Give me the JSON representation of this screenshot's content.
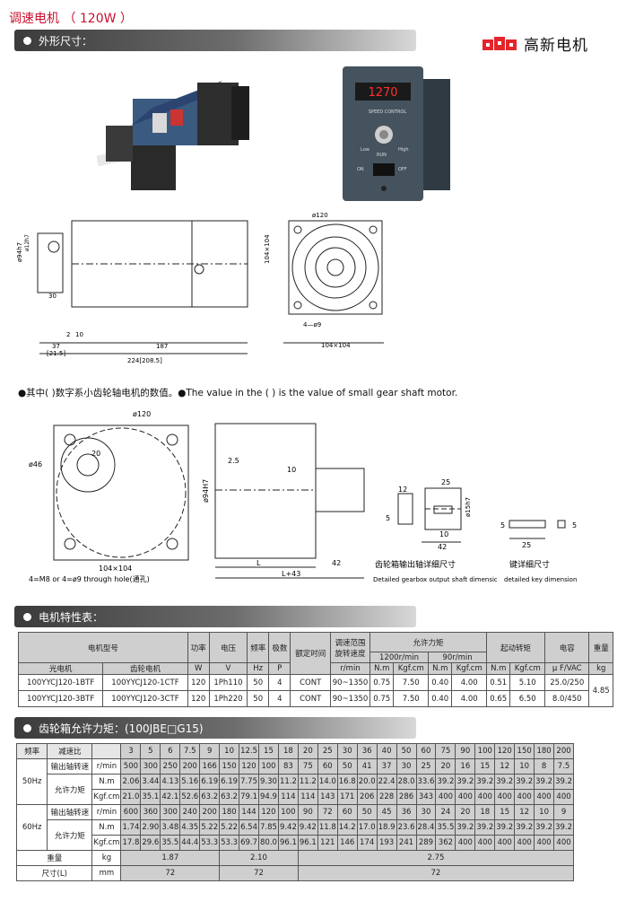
{
  "title": "调速电机 （ 120W ）",
  "brand": {
    "name": "高新电机",
    "logo_color": "#e3262b"
  },
  "sections": {
    "dimensions": "外形尺寸：",
    "characteristics": "电机特性表：",
    "torque": "齿轮箱允许力矩：(100JBE□G15)"
  },
  "controller": {
    "display": "1270",
    "brand_text": "SPEED CONTROL",
    "labels": {
      "run": "RUN",
      "low": "Low",
      "high": "High",
      "on": "ON",
      "off": "OFF"
    }
  },
  "drawing1": {
    "dims": {
      "d120": "ø120",
      "d94": "ø94h7",
      "d12": "ø12h7",
      "l30": "30",
      "l2": "2",
      "l10": "10",
      "l37": "37",
      "l187": "187",
      "l21": "[21.5]",
      "l224": "224[208.5]",
      "sq": "104×104",
      "side": "104×104",
      "holes": "4—ø9"
    }
  },
  "note": "●其中(  )数字系小齿轮轴电机的数值。●The value in the (  ) is the value of small gear shaft motor.",
  "drawing2": {
    "dims": {
      "d120": "ø120",
      "d46": "ø46",
      "l20": "20",
      "sq": "104×104",
      "holes": "4=M8 or 4=ø9 through hole(通孔)",
      "l25": "2.5",
      "l10": "10",
      "d94": "ø94H7",
      "L": "L",
      "l42": "42",
      "Lp43": "L+43"
    }
  },
  "drawing3": {
    "dims": {
      "d12": "12",
      "d5": "5",
      "d25": "25",
      "d15": "ø15h7",
      "d10": "10",
      "d42": "42",
      "k5": "5",
      "k25": "25"
    },
    "caption_cn": "齿轮箱输出轴详细尺寸",
    "caption_en": "Detailed gearbox output shaft dimension"
  },
  "drawing4": {
    "dims": {
      "h5": "5",
      "w25": "25",
      "w5": "5"
    },
    "caption_cn": "键详细尺寸",
    "caption_en": "detailed key dimension"
  },
  "spec_table": {
    "headers": {
      "model": "电机型号",
      "power": "功率",
      "voltage": "电压",
      "freq": "频率",
      "poles": "极数",
      "rated_time": "额定时间",
      "speed_range": "调速范围旋转速度",
      "allowed_torque": "允许力矩",
      "t1200": "1200r/min",
      "t90": "90r/min",
      "start_torque": "起动转矩",
      "capacitor": "电容",
      "weight": "重量",
      "light_motor": "光电机",
      "gear_motor": "齿轮电机",
      "u_w": "W",
      "u_v": "V",
      "u_hz": "Hz",
      "u_p": "P",
      "u_rpm": "r/min",
      "u_nm1": "N.m",
      "u_kgf1": "Kgf.cm",
      "u_nm2": "N.m",
      "u_kgf2": "Kgf.cm",
      "u_nm3": "N.m",
      "u_kgf3": "Kgf.cm",
      "u_cap": "μ F/VAC",
      "u_kg": "kg"
    },
    "rows": [
      [
        "100YYCJ120-1BTF",
        "100YYCJ120-1CTF",
        "120",
        "1Ph110",
        "50",
        "4",
        "CONT",
        "90~1350",
        "0.75",
        "7.50",
        "0.40",
        "4.00",
        "0.51",
        "5.10",
        "25.0/250"
      ],
      [
        "100YYCJ120-3BTF",
        "100YYCJ120-3CTF",
        "120",
        "1Ph220",
        "50",
        "4",
        "CONT",
        "90~1350",
        "0.75",
        "7.50",
        "0.40",
        "4.00",
        "0.65",
        "6.50",
        "8.0/450"
      ]
    ],
    "weight": "4.85"
  },
  "torque_table": {
    "headers": {
      "freq": "频率",
      "ratio": "减速比",
      "out_speed": "输出轴转速",
      "allowed": "允许力矩",
      "weight": "重量",
      "size": "尺寸(L)"
    },
    "ratios": [
      "3",
      "5",
      "6",
      "7.5",
      "9",
      "10",
      "12.5",
      "15",
      "18",
      "20",
      "25",
      "30",
      "36",
      "40",
      "50",
      "60",
      "75",
      "90",
      "100",
      "120",
      "150",
      "180",
      "200"
    ],
    "units": {
      "rpm": "r/min",
      "nm": "N.m",
      "kgf": "Kgf.cm",
      "kg": "kg",
      "mm": "mm"
    },
    "f50": {
      "label": "50Hz",
      "speed": [
        "500",
        "300",
        "250",
        "200",
        "166",
        "150",
        "120",
        "100",
        "83",
        "75",
        "60",
        "50",
        "41",
        "37",
        "30",
        "25",
        "20",
        "16",
        "15",
        "12",
        "10",
        "8",
        "7.5"
      ],
      "nm": [
        "2.06",
        "3.44",
        "4.13",
        "5.16",
        "6.19",
        "6.19",
        "7.75",
        "9.30",
        "11.2",
        "11.2",
        "14.0",
        "16.8",
        "20.0",
        "22.4",
        "28.0",
        "33.6",
        "39.2",
        "39.2",
        "39.2",
        "39.2",
        "39.2",
        "39.2",
        "39.2"
      ],
      "kgf": [
        "21.0",
        "35.1",
        "42.1",
        "52.6",
        "63.2",
        "63.2",
        "79.1",
        "94.9",
        "114",
        "114",
        "143",
        "171",
        "206",
        "228",
        "286",
        "343",
        "400",
        "400",
        "400",
        "400",
        "400",
        "400",
        "400"
      ]
    },
    "f60": {
      "label": "60Hz",
      "speed": [
        "600",
        "360",
        "300",
        "240",
        "200",
        "180",
        "144",
        "120",
        "100",
        "90",
        "72",
        "60",
        "50",
        "45",
        "36",
        "30",
        "24",
        "20",
        "18",
        "15",
        "12",
        "10",
        "9"
      ],
      "nm": [
        "1.74",
        "2.90",
        "3.48",
        "4.35",
        "5.22",
        "5.22",
        "6.54",
        "7.85",
        "9.42",
        "9.42",
        "11.8",
        "14.2",
        "17.0",
        "18.9",
        "23.6",
        "28.4",
        "35.5",
        "39.2",
        "39.2",
        "39.2",
        "39.2",
        "39.2",
        "39.2"
      ],
      "kgf": [
        "17.8",
        "29.6",
        "35.5",
        "44.4",
        "53.3",
        "53.3",
        "69.7",
        "80.0",
        "96.1",
        "96.1",
        "121",
        "146",
        "174",
        "193",
        "241",
        "289",
        "362",
        "400",
        "400",
        "400",
        "400",
        "400",
        "400"
      ]
    },
    "weights": [
      "1.87",
      "2.10",
      "2.75"
    ],
    "sizes": [
      "72",
      "72",
      "72"
    ]
  }
}
